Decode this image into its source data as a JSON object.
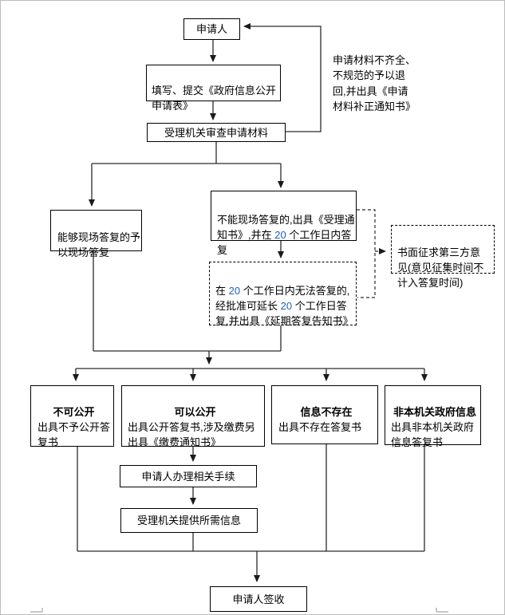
{
  "colors": {
    "accent_number": "#2060c0",
    "line": "#2b2b2b",
    "box_border": "#000000",
    "frame_gray": "#bcbcbc"
  },
  "flow": {
    "applicant": {
      "label": "申请人"
    },
    "fill_form": {
      "label": "填写、提交《政府信息公开\n申请表》"
    },
    "review": {
      "label": "受理机关审查申请材料"
    },
    "return_note": {
      "label": "申请材料不齐全、\n不规范的予以退\n回,并出具《申请\n材料补正通知书》"
    },
    "onsite": {
      "label": "能够现场答复的予\n以现场答复"
    },
    "cannot_onsite": {
      "t1": "不能现场答复的,出具《受理通\n知书》,并在 ",
      "n1": "20",
      "t2": " 个工作日内答复"
    },
    "delay": {
      "t1": "在 ",
      "n1": "20",
      "t2": " 个工作日内无法答复的,\n经批准可延长 ",
      "n2": "20",
      "t3": " 个工作日答\n复,并出具《延期答复告知书》"
    },
    "third_party": {
      "label": "书面征求第三方意\n见(意见征集时间不\n计入答复时间)"
    },
    "no_disclose": {
      "title": "不可公开",
      "body": "出具不予公开答\n复书"
    },
    "can_disclose": {
      "title": "可以公开",
      "body": "出具公开答复书,涉及缴费另\n出具《缴费通知书》"
    },
    "not_exist": {
      "title": "信息不存在",
      "body": "出具不存在答复书"
    },
    "other_org": {
      "title": "非本机关政府信息",
      "body": "出具非本机关政府\n信息答复书"
    },
    "procedure": {
      "label": "申请人办理相关手续"
    },
    "provide": {
      "label": "受理机关提供所需信息"
    },
    "sign": {
      "label": "申请人签收"
    }
  }
}
